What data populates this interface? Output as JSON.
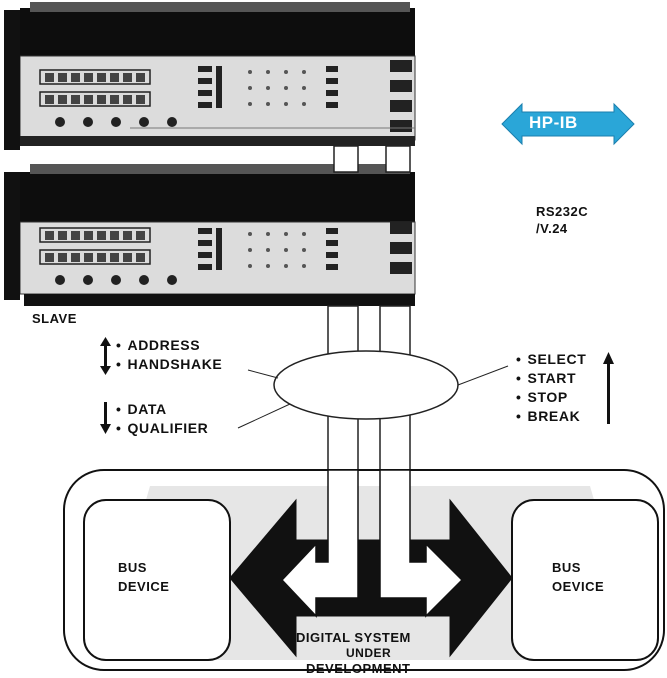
{
  "instruments": {
    "slave_label": "SLAVE"
  },
  "hpib": {
    "label": "HP-IB",
    "color": "#2aa6d8"
  },
  "serial": {
    "line1": "RS232C",
    "line2": "/V.24"
  },
  "left_signals": {
    "group1": [
      "ADDRESS",
      "HANDSHAKE"
    ],
    "group2": [
      "DATA",
      "QUALIFIER"
    ]
  },
  "right_signals": [
    "SELECT",
    "START",
    "STOP",
    "BREAK"
  ],
  "system": {
    "left_device": {
      "line1": "BUS",
      "line2": "DEVICE"
    },
    "right_device": {
      "line1": "BUS",
      "line2": "OEVICE"
    },
    "title": [
      "DIGITAL SYSTEM",
      "UNDER",
      "DEVELOPMENT"
    ]
  }
}
